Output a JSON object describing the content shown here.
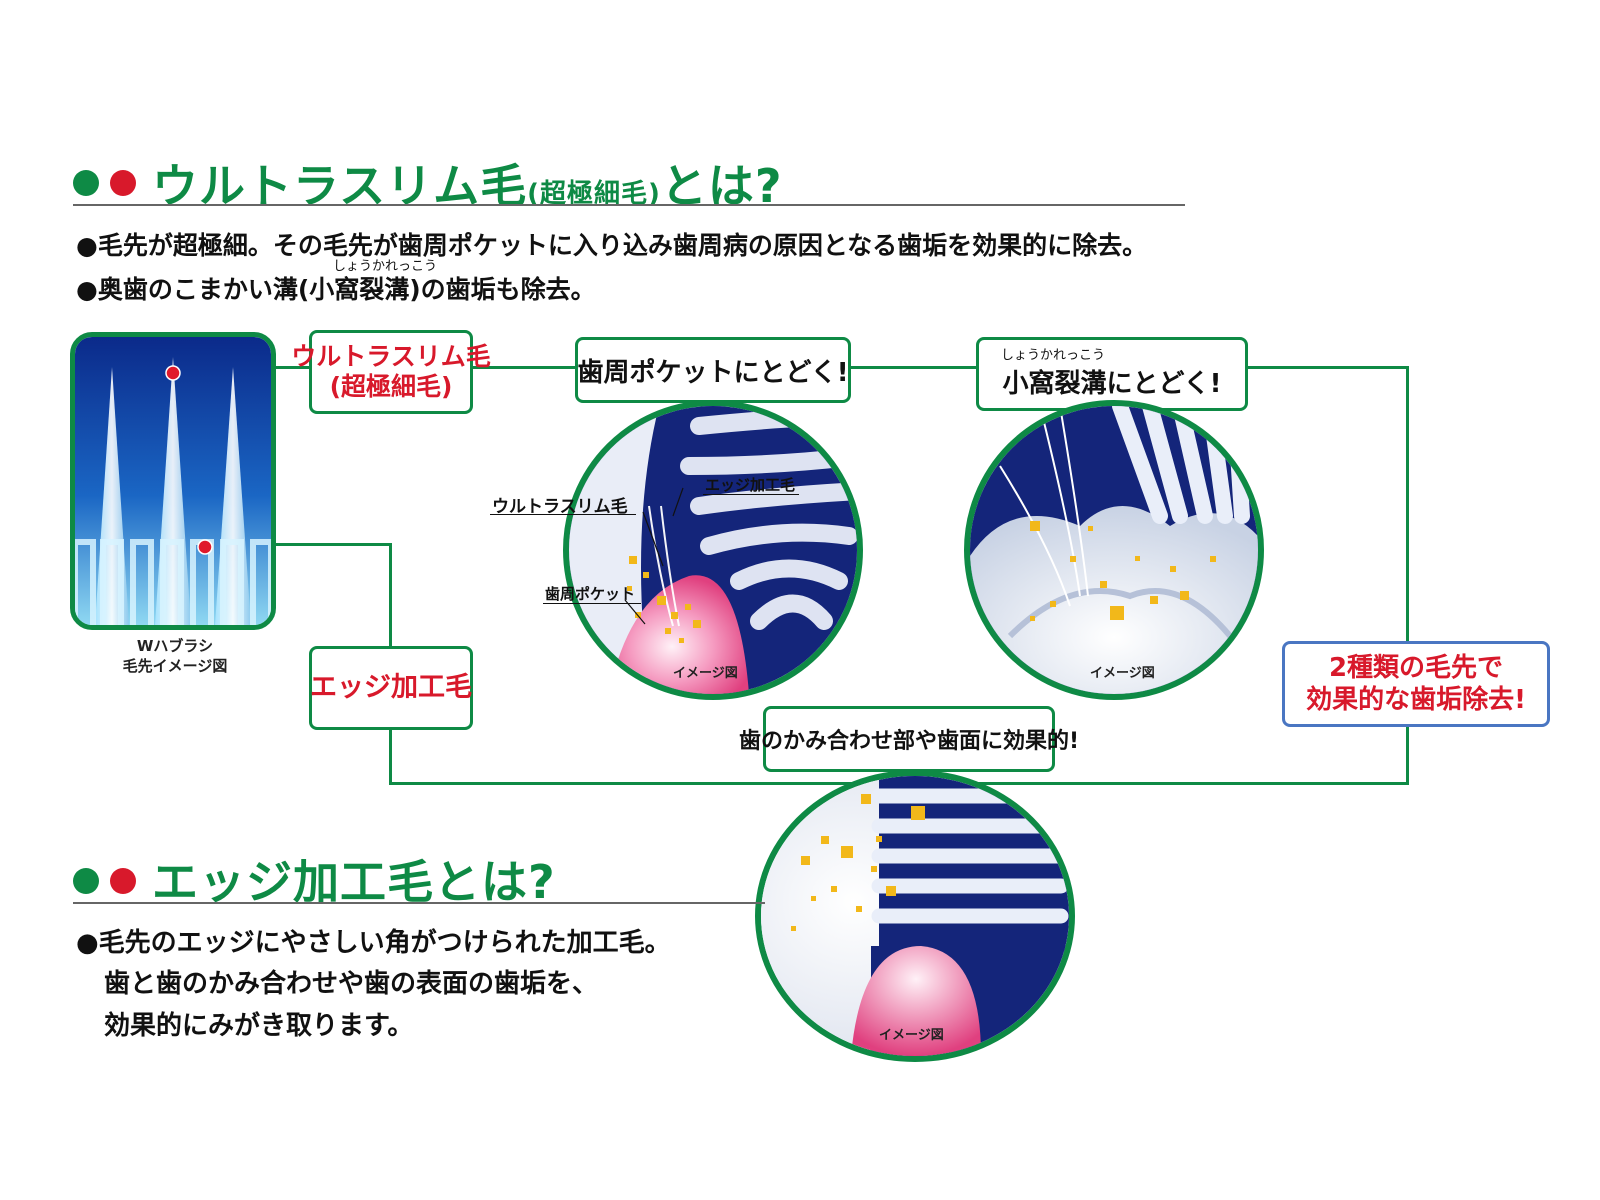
{
  "section1": {
    "title_main": "ウルトラスリム毛",
    "title_paren": "(超極細毛)",
    "title_end": "とは?",
    "bullet1": "●毛先が超極細。その毛先が歯周ポケットに入り込み歯周病の原因となる歯垢を効果的に除去。",
    "bullet2_ruby": "しょうかれっこう",
    "bullet2": "●奥歯のこまかい溝(小窩裂溝)の歯垢も除去。"
  },
  "bristle_caption": {
    "line1": "Wハブラシ",
    "line2": "毛先イメージ図"
  },
  "labels": {
    "ultraslim_line1": "ウルトラスリム毛",
    "ultraslim_line2": "(超極細毛)",
    "edge": "エッジ加工毛",
    "pocket_box": "歯周ポケットにとどく!",
    "fissure_ruby": "しょうかれっこう",
    "fissure_box": "小窩裂溝にとどく!",
    "bite_box": "歯のかみ合わせ部や歯面に効果的!",
    "two_types_line1": "2種類の毛先で",
    "two_types_line2": "効果的な歯垢除去!"
  },
  "circle1": {
    "callout_edge": "エッジ加工毛",
    "callout_ultraslim": "ウルトラスリム毛",
    "callout_pocket": "歯周ポケット",
    "image_note": "イメージ図"
  },
  "circle2": {
    "image_note": "イメージ図"
  },
  "circle3": {
    "image_note": "イメージ図"
  },
  "section2": {
    "title": "エッジ加工毛とは?",
    "line1": "●毛先のエッジにやさしい角がつけられた加工毛。",
    "line2": "歯と歯のかみ合わせや歯の表面の歯垢を、",
    "line3": "効果的にみがき取ります。"
  },
  "colors": {
    "green": "#0e8a45",
    "red": "#d8192b",
    "navy": "#14257a",
    "plaque": "#f2b81a",
    "gum_pink": "#e8578f"
  }
}
